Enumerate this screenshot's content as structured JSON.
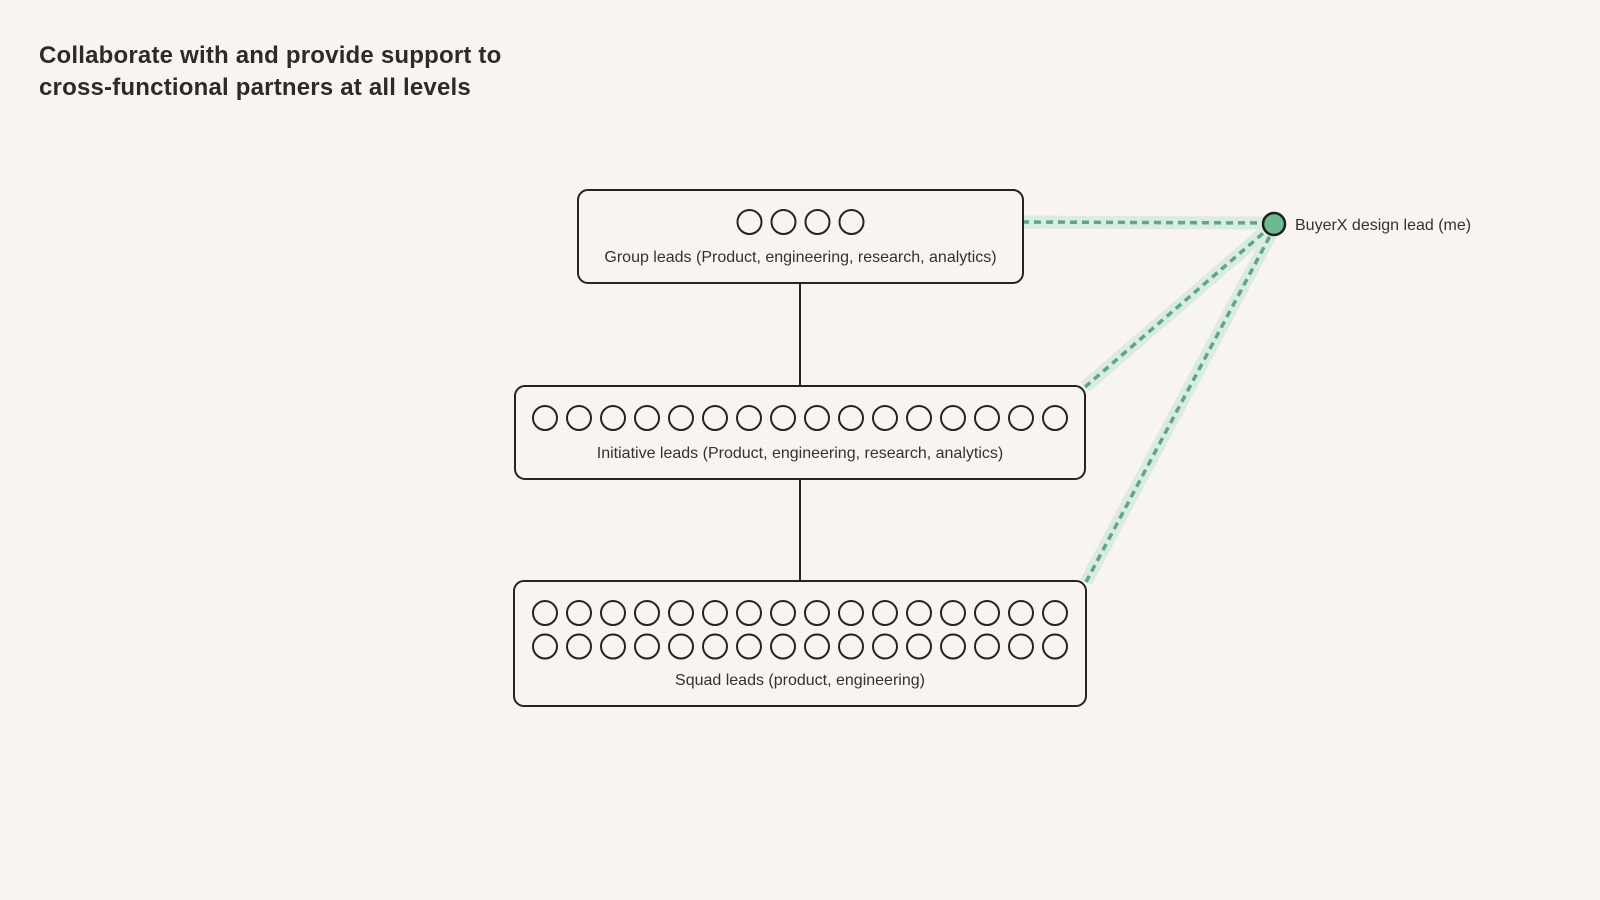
{
  "page": {
    "background": "#F8F4F0"
  },
  "title": {
    "text": "Collaborate with and provide support to\ncross-functional partners at all levels",
    "color": "#2E2A28"
  },
  "diagram": {
    "boxes": [
      {
        "id": "group-leads",
        "label": "Group leads (Product, engineering, research, analytics)",
        "dot_rows": [
          4
        ]
      },
      {
        "id": "initiative-leads",
        "label": "Initiative leads (Product, engineering, research, analytics)",
        "dot_rows": [
          16
        ]
      },
      {
        "id": "squad-leads",
        "label": "Squad leads (product, engineering)",
        "dot_rows": [
          16,
          16
        ]
      }
    ],
    "node": {
      "label": "BuyerX design lead (me)"
    },
    "colors": {
      "ink": "#282322",
      "label_text": "#343231",
      "dash_green": "#58AB81",
      "halo_green": "#DCEBE1",
      "node_fill": "#6ABB91",
      "node_border": "#1F1F1F"
    }
  }
}
